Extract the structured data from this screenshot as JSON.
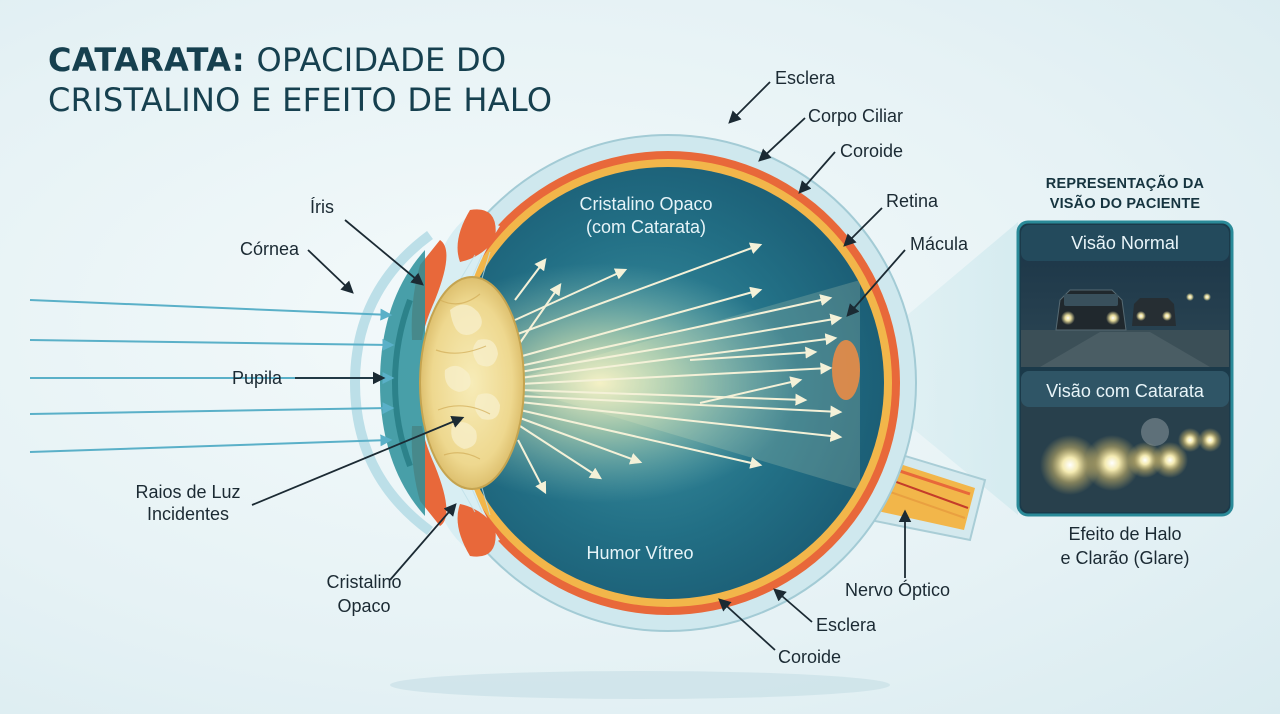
{
  "title": {
    "bold": "CATARATA:",
    "rest_line1": "OPACIDADE DO",
    "line2": "CRISTALINO E EFEITO DE HALO"
  },
  "labels": {
    "esclera_top": "Esclera",
    "corpo_ciliar": "Corpo Ciliar",
    "coroide_top": "Coroide",
    "retina": "Retina",
    "macula": "Mácula",
    "iris": "Íris",
    "cornea": "Córnea",
    "pupila": "Pupila",
    "raios_line1": "Raios de Luz",
    "raios_line2": "Incidentes",
    "cristalino_line1": "Cristalino",
    "cristalino_line2": "Opaco",
    "cristalino_opaco_line1": "Cristalino Opaco",
    "cristalino_opaco_line2": "(com Catarata)",
    "humor_vitreo": "Humor Vítreo",
    "nervo_optico": "Nervo Óptico",
    "esclera_bottom": "Esclera",
    "coroide_bottom": "Coroide"
  },
  "panel": {
    "title_line1": "REPRESENTAÇÃO DA",
    "title_line2": "VISÃO DO PACIENTE",
    "normal_label": "Visão Normal",
    "catarata_label": "Visão com Catarata",
    "caption_line1": "Efeito de Halo",
    "caption_line2": "e Clarão (Glare)"
  },
  "colors": {
    "title": "#16404f",
    "sclera": "#cfe8ee",
    "choroid": "#e8683a",
    "retina": "#f2b64a",
    "vitreous": "#1e6f86",
    "lens": "#f3e2a2",
    "panel_border": "#2a8a98",
    "panel_bg": "#1b3a4a"
  }
}
